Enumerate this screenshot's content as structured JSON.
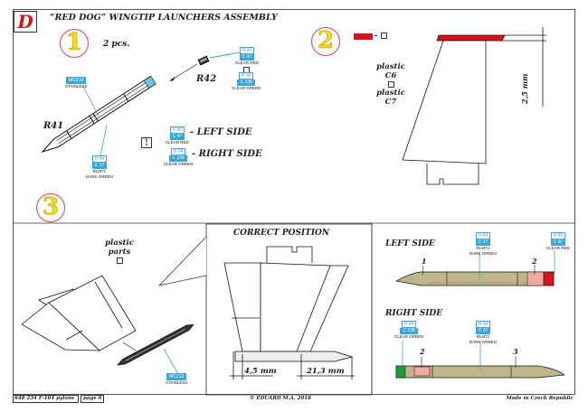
{
  "section": {
    "letter": "D",
    "title": "“RED DOG” WINGTIP LAUNCHERS ASSEMBLY"
  },
  "step1": {
    "number": "1",
    "quantity": "2 pcs.",
    "parts": [
      "R41",
      "R42"
    ],
    "callouts": [
      {
        "code": "MC213",
        "name": "STAINLESS"
      },
      {
        "h": "H 90",
        "c": "C 47",
        "name": "CLEAR RED"
      },
      {
        "h": "H 94",
        "c": "C 138",
        "name": "CLEAR GREEN"
      },
      {
        "h": "H 64",
        "c": "C 17",
        "name": "RLM71",
        "name2": "DARK GREEN"
      }
    ],
    "alternatives": {
      "warning": "!",
      "left": {
        "h": "H 90",
        "c": "C 47",
        "name": "CLEAR RED",
        "label": "- LEFT SIDE"
      },
      "right": {
        "h": "H 94",
        "c": "C 138",
        "name": "CLEAR GREEN",
        "label": "- RIGHT SIDE"
      }
    }
  },
  "step2": {
    "number": "2",
    "material1": "plastic",
    "part1": "C6",
    "material2": "plastic",
    "part2": "C7",
    "dimension": "2,5 mm",
    "decal_color": "#d8121b"
  },
  "step3": {
    "number": "3",
    "material": "plastic",
    "material2": "parts",
    "callout": {
      "code": "MC213",
      "name": "STAINLESS"
    },
    "correct_position": {
      "title": "CORRECT POSITION",
      "dim1": "4,5 mm",
      "dim2": "21,3 mm"
    }
  },
  "sides": {
    "left": {
      "title": "LEFT SIDE",
      "markers": [
        "1",
        "2"
      ],
      "callouts": [
        {
          "h": "H 64",
          "c": "C 17",
          "name": "RLM71",
          "name2": "DARK GREEN"
        },
        {
          "h": "H 90",
          "c": "C 47",
          "name": "CLEAR RED"
        }
      ]
    },
    "right": {
      "title": "RIGHT SIDE",
      "markers": [
        "2",
        "3"
      ],
      "callouts": [
        {
          "h": "H 94",
          "c": "C 138",
          "name": "CLEAR GREEN"
        },
        {
          "h": "H 64",
          "c": "C 17",
          "name": "RLM71",
          "name2": "DARK GREEN"
        }
      ]
    }
  },
  "footer": {
    "kit": "648 234  F-104 pylons",
    "page": "page 6",
    "copyright": "© EDUARD  M.A. 2018",
    "origin": "Made in Czech Republic"
  },
  "colors": {
    "red": "#d8121b",
    "green": "#1e9a3c",
    "khaki": "#bfb58a",
    "cyan": "#3aa7d8"
  }
}
